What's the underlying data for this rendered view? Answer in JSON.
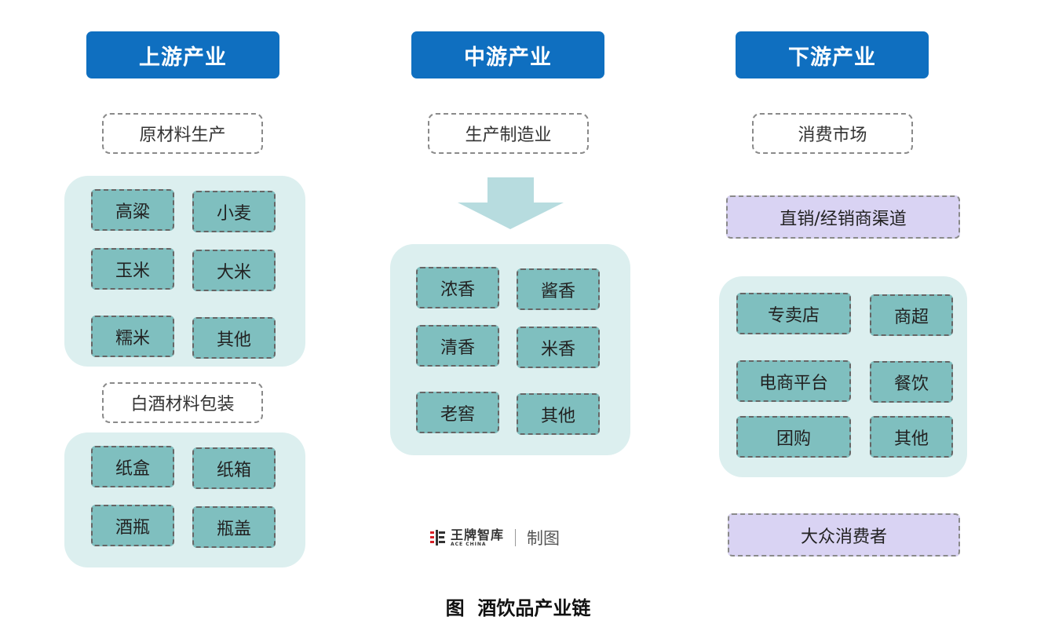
{
  "upstream": {
    "header": "上游产业",
    "raw_label": "原材料生产",
    "raw_items": [
      "高粱",
      "小麦",
      "玉米",
      "大米",
      "糯米",
      "其他"
    ],
    "pack_label": "白酒材料包装",
    "pack_items": [
      "纸盒",
      "纸箱",
      "酒瓶",
      "瓶盖"
    ]
  },
  "midstream": {
    "header": "中游产业",
    "label": "生产制造业",
    "items": [
      "浓香",
      "酱香",
      "清香",
      "米香",
      "老窖",
      "其他"
    ]
  },
  "downstream": {
    "header": "下游产业",
    "label": "消费市场",
    "channel": "直销/经销商渠道",
    "items": [
      "专卖店",
      "商超",
      "电商平台",
      "餐饮",
      "团购",
      "其他"
    ],
    "consumer": "大众消费者"
  },
  "logo": {
    "name_cn": "王牌智库",
    "name_en": "ACE CHINA",
    "made": "制图"
  },
  "caption": "图  酒饮品产业链",
  "colors": {
    "header_blue": "#0f6fc0",
    "panel_bg": "#dcefef",
    "chip_teal": "#7fbfbf",
    "purple_box": "#d9d3f3",
    "arrow": "#b7dcdf"
  }
}
